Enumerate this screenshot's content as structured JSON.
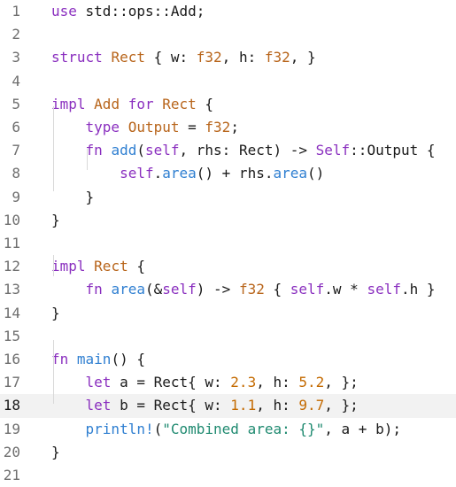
{
  "editor": {
    "active_line": 18,
    "lines": [
      {
        "n": "1",
        "tokens": [
          {
            "t": "use",
            "c": "kw"
          },
          {
            "t": " std::ops::Add;",
            "c": "pl"
          }
        ]
      },
      {
        "n": "2",
        "tokens": []
      },
      {
        "n": "3",
        "tokens": [
          {
            "t": "struct",
            "c": "kw"
          },
          {
            "t": " ",
            "c": "pl"
          },
          {
            "t": "Rect",
            "c": "ty"
          },
          {
            "t": " { w: ",
            "c": "pl"
          },
          {
            "t": "f32",
            "c": "ty"
          },
          {
            "t": ", h: ",
            "c": "pl"
          },
          {
            "t": "f32",
            "c": "ty"
          },
          {
            "t": ", }",
            "c": "pl"
          }
        ]
      },
      {
        "n": "4",
        "tokens": []
      },
      {
        "n": "5",
        "tokens": [
          {
            "t": "impl",
            "c": "kw"
          },
          {
            "t": " ",
            "c": "pl"
          },
          {
            "t": "Add",
            "c": "ty"
          },
          {
            "t": " ",
            "c": "pl"
          },
          {
            "t": "for",
            "c": "kw"
          },
          {
            "t": " ",
            "c": "pl"
          },
          {
            "t": "Rect",
            "c": "ty"
          },
          {
            "t": " {",
            "c": "pl"
          }
        ]
      },
      {
        "n": "6",
        "tokens": [
          {
            "t": "    ",
            "c": "pl"
          },
          {
            "t": "type",
            "c": "kw"
          },
          {
            "t": " ",
            "c": "pl"
          },
          {
            "t": "Output",
            "c": "ty"
          },
          {
            "t": " = ",
            "c": "pl"
          },
          {
            "t": "f32",
            "c": "ty"
          },
          {
            "t": ";",
            "c": "pl"
          }
        ]
      },
      {
        "n": "7",
        "tokens": [
          {
            "t": "    ",
            "c": "pl"
          },
          {
            "t": "fn",
            "c": "kw"
          },
          {
            "t": " ",
            "c": "pl"
          },
          {
            "t": "add",
            "c": "fn"
          },
          {
            "t": "(",
            "c": "pl"
          },
          {
            "t": "self",
            "c": "kw"
          },
          {
            "t": ", rhs: Rect) -> ",
            "c": "pl"
          },
          {
            "t": "Self",
            "c": "kw"
          },
          {
            "t": "::Output {",
            "c": "pl"
          }
        ]
      },
      {
        "n": "8",
        "tokens": [
          {
            "t": "        ",
            "c": "pl"
          },
          {
            "t": "self",
            "c": "kw"
          },
          {
            "t": ".",
            "c": "pl"
          },
          {
            "t": "area",
            "c": "fn"
          },
          {
            "t": "() + rhs.",
            "c": "pl"
          },
          {
            "t": "area",
            "c": "fn"
          },
          {
            "t": "()",
            "c": "pl"
          }
        ]
      },
      {
        "n": "9",
        "tokens": [
          {
            "t": "    }",
            "c": "pl"
          }
        ]
      },
      {
        "n": "10",
        "tokens": [
          {
            "t": "}",
            "c": "pl"
          }
        ]
      },
      {
        "n": "11",
        "tokens": []
      },
      {
        "n": "12",
        "tokens": [
          {
            "t": "impl",
            "c": "kw"
          },
          {
            "t": " ",
            "c": "pl"
          },
          {
            "t": "Rect",
            "c": "ty"
          },
          {
            "t": " {",
            "c": "pl"
          }
        ]
      },
      {
        "n": "13",
        "tokens": [
          {
            "t": "    ",
            "c": "pl"
          },
          {
            "t": "fn",
            "c": "kw"
          },
          {
            "t": " ",
            "c": "pl"
          },
          {
            "t": "area",
            "c": "fn"
          },
          {
            "t": "(&",
            "c": "pl"
          },
          {
            "t": "self",
            "c": "kw"
          },
          {
            "t": ") -> ",
            "c": "pl"
          },
          {
            "t": "f32",
            "c": "ty"
          },
          {
            "t": " { ",
            "c": "pl"
          },
          {
            "t": "self",
            "c": "kw"
          },
          {
            "t": ".w * ",
            "c": "pl"
          },
          {
            "t": "self",
            "c": "kw"
          },
          {
            "t": ".h }",
            "c": "pl"
          }
        ]
      },
      {
        "n": "14",
        "tokens": [
          {
            "t": "}",
            "c": "pl"
          }
        ]
      },
      {
        "n": "15",
        "tokens": []
      },
      {
        "n": "16",
        "tokens": [
          {
            "t": "fn",
            "c": "kw"
          },
          {
            "t": " ",
            "c": "pl"
          },
          {
            "t": "main",
            "c": "fn"
          },
          {
            "t": "() {",
            "c": "pl"
          }
        ]
      },
      {
        "n": "17",
        "tokens": [
          {
            "t": "    ",
            "c": "pl"
          },
          {
            "t": "let",
            "c": "kw"
          },
          {
            "t": " a = Rect{ w: ",
            "c": "pl"
          },
          {
            "t": "2.3",
            "c": "num"
          },
          {
            "t": ", h: ",
            "c": "pl"
          },
          {
            "t": "5.2",
            "c": "num"
          },
          {
            "t": ", };",
            "c": "pl"
          }
        ]
      },
      {
        "n": "18",
        "tokens": [
          {
            "t": "    ",
            "c": "pl"
          },
          {
            "t": "let",
            "c": "kw"
          },
          {
            "t": " b = Rect{ w: ",
            "c": "pl"
          },
          {
            "t": "1.1",
            "c": "num"
          },
          {
            "t": ", h: ",
            "c": "pl"
          },
          {
            "t": "9.7",
            "c": "num"
          },
          {
            "t": ", };",
            "c": "pl"
          }
        ]
      },
      {
        "n": "19",
        "tokens": [
          {
            "t": "    ",
            "c": "pl"
          },
          {
            "t": "println!",
            "c": "fn"
          },
          {
            "t": "(",
            "c": "pl"
          },
          {
            "t": "\"Combined area: {}\"",
            "c": "str"
          },
          {
            "t": ", a + b);",
            "c": "pl"
          }
        ]
      },
      {
        "n": "20",
        "tokens": [
          {
            "t": "}",
            "c": "pl"
          }
        ]
      },
      {
        "n": "21",
        "tokens": []
      }
    ]
  }
}
